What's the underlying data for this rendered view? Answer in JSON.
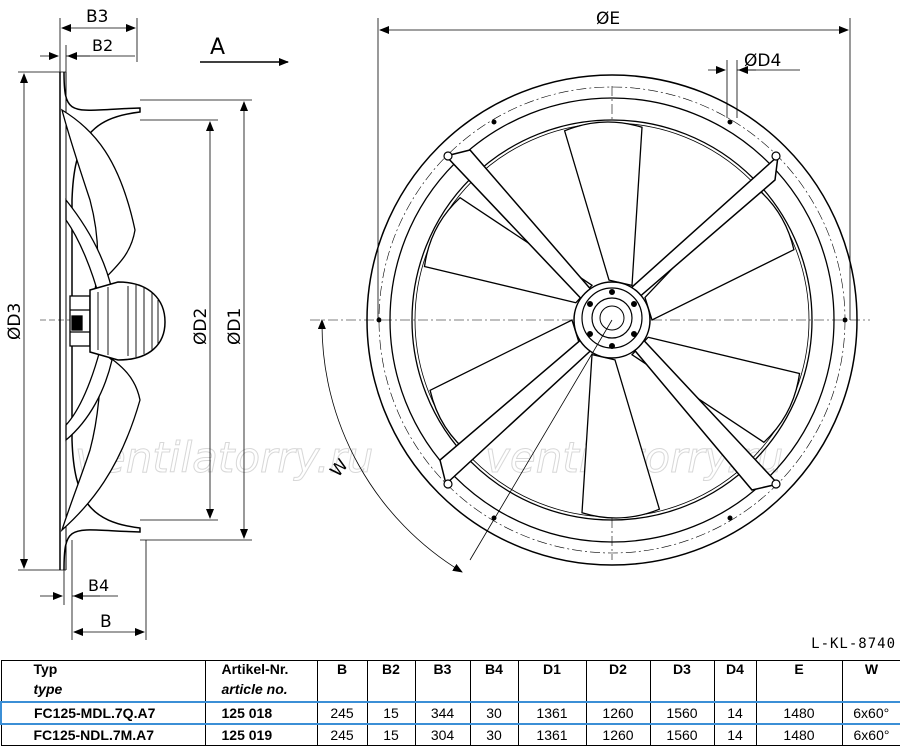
{
  "drawing": {
    "labels": {
      "b3": "B3",
      "b2": "B2",
      "b4": "B4",
      "b": "B",
      "d1": "ØD1",
      "d2": "ØD2",
      "d3": "ØD3",
      "d4": "ØD4",
      "e": "ØE",
      "w": "W",
      "view_a": "A"
    },
    "watermark": "ventilatorry.ru",
    "drawing_code": "L-KL-8740"
  },
  "table": {
    "headers": {
      "typ": "Typ",
      "typ_en": "type",
      "artikel": "Artikel-Nr.",
      "artikel_en": "article no.",
      "b": "B",
      "b2": "B2",
      "b3": "B3",
      "b4": "B4",
      "d1": "D1",
      "d2": "D2",
      "d3": "D3",
      "d4": "D4",
      "e": "E",
      "w": "W"
    },
    "rows": [
      {
        "typ": "FC125-MDL.7Q.A7",
        "artikel": "125 018",
        "b": "245",
        "b2": "15",
        "b3": "344",
        "b4": "30",
        "d1": "1361",
        "d2": "1260",
        "d3": "1560",
        "d4": "14",
        "e": "1480",
        "w": "6x60°"
      },
      {
        "typ": "FC125-NDL.7M.A7",
        "artikel": "125 019",
        "b": "245",
        "b2": "15",
        "b3": "304",
        "b4": "30",
        "d1": "1361",
        "d2": "1260",
        "d3": "1560",
        "d4": "14",
        "e": "1480",
        "w": "6x60°"
      }
    ],
    "selected_row_color": "#3b8fd6"
  }
}
